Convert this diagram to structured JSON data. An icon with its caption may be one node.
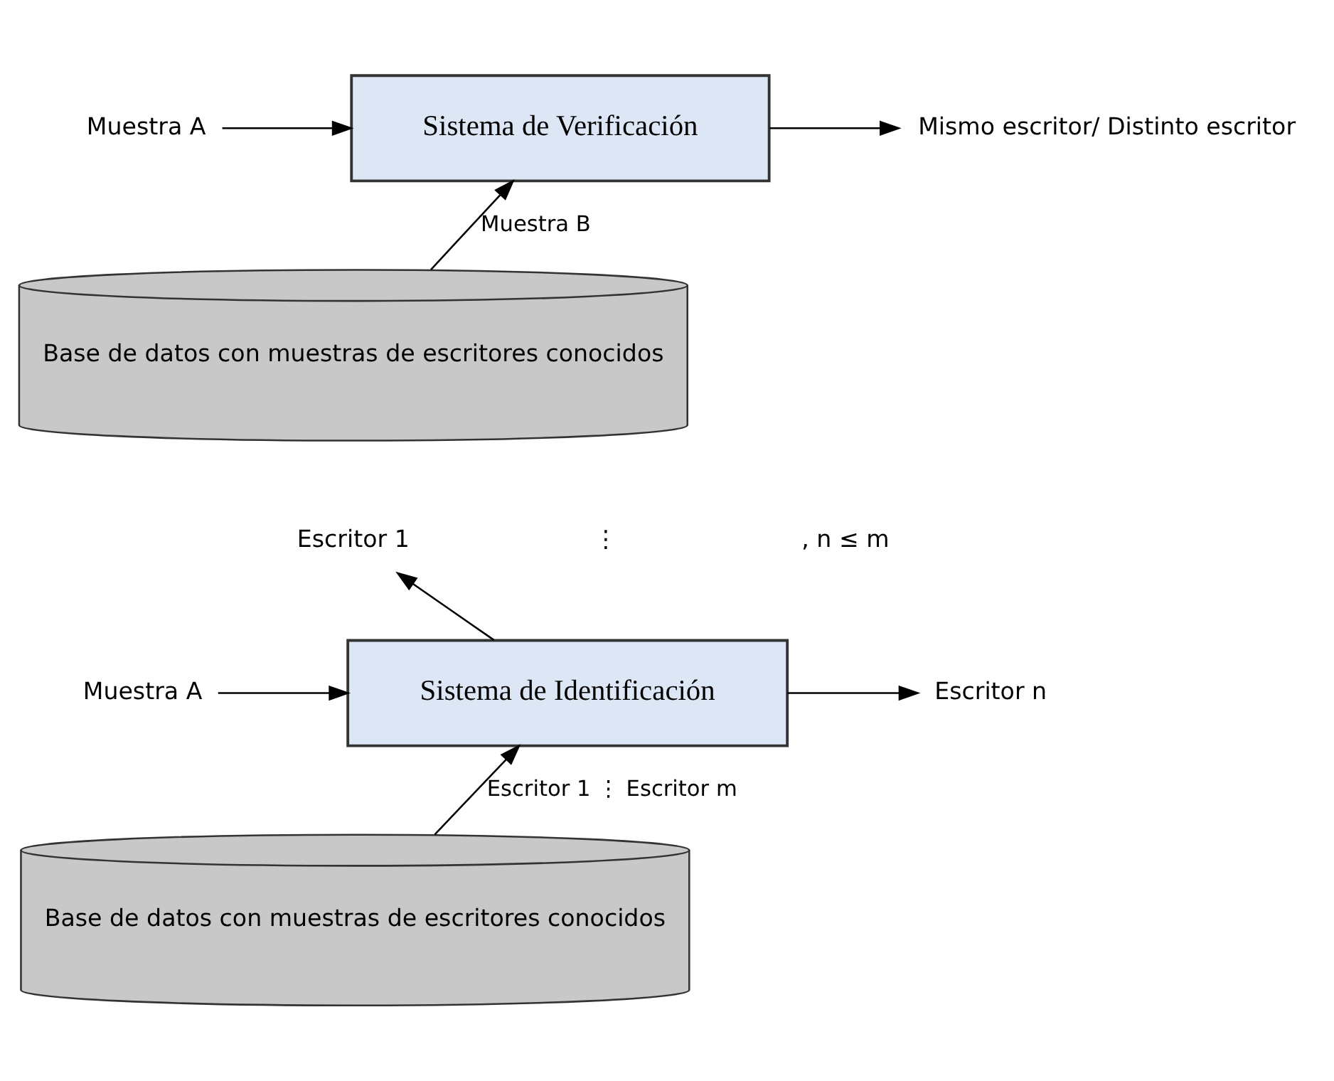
{
  "diagram": {
    "nodes": [
      {
        "text": [
          "Muestra A"
        ]
      },
      {
        "text": [
          "Sistema de Verificación"
        ]
      },
      {
        "text": [
          "Mismo escritor/ Distinto escritor"
        ]
      },
      {
        "text": [
          "Base de datos con muestras de escritores conocidos"
        ]
      },
      {
        "text": [
          "Muestra A"
        ]
      },
      {
        "text": [
          "Sistema de Identificación"
        ]
      },
      {
        "text": [
          "Escritor 1"
        ]
      },
      {
        "text": [
          "Escritor n"
        ]
      },
      {
        "text": [
          "Base de datos con muestras de escritores conocidos"
        ]
      }
    ],
    "edges": [
      {
        "from": 0,
        "to": 1,
        "arrow": "to"
      },
      {
        "from": 1,
        "to": 2,
        "arrow": "to"
      },
      {
        "from": 3,
        "to": 1,
        "arrow": "to",
        "label": "Muestra B"
      },
      {
        "from": 4,
        "to": 5,
        "arrow": "to"
      },
      {
        "from": 5,
        "to": 6,
        "arrow": "to"
      },
      {
        "from": 5,
        "to": 7,
        "arrow": "to"
      },
      {
        "from": 8,
        "to": 5,
        "arrow": "to",
        "label": "Escritor 1 ⋮ Escritor m"
      }
    ],
    "labels": [
      "⋮",
      ", n ≤ m"
    ]
  }
}
